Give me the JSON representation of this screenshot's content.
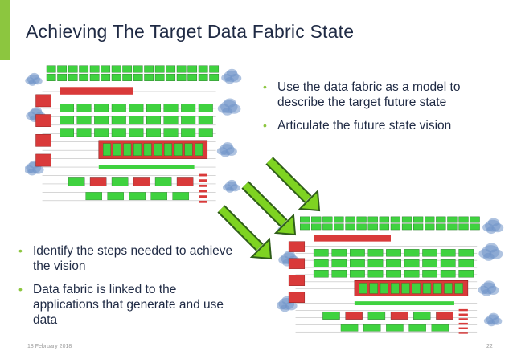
{
  "slide": {
    "title": "Achieving The Target Data Fabric State",
    "right_bullets": [
      "Use the data fabric as a model to describe the target future state",
      "Articulate the future state vision"
    ],
    "left_bullets": [
      "Identify the steps needed to achieve the vision",
      "Data fabric is linked to the applications that generate and use data"
    ],
    "footer_date": "18 February 2018",
    "page_number": "22"
  },
  "colors": {
    "accent": "#8cc63f",
    "title_text": "#1f2a44",
    "diagram_green": "#3fd23f",
    "diagram_red": "#d93a3a",
    "cloud_blue": "#6f94c9"
  },
  "icons": {
    "bullet": "•",
    "arrows": "green-arrow-icon"
  }
}
